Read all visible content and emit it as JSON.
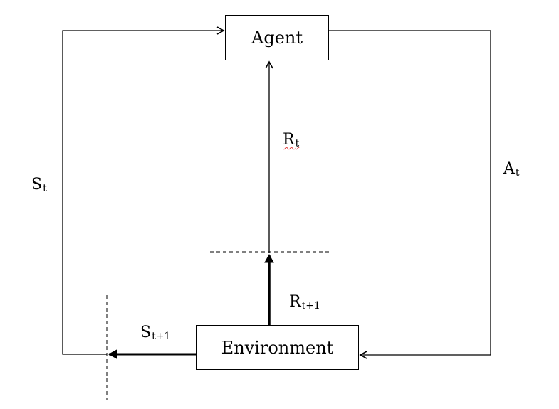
{
  "nodes": {
    "agent": "Agent",
    "environment": "Environment"
  },
  "labels": {
    "state": {
      "main": "S",
      "sub": "t"
    },
    "action": {
      "main": "A",
      "sub": "t"
    },
    "reward": {
      "main": "R",
      "sub": "t"
    },
    "next_reward": {
      "main": "R",
      "sub": "t+1"
    },
    "next_state": {
      "main": "S",
      "sub": "t+1"
    }
  },
  "colors": {
    "stroke": "#000000",
    "background": "#ffffff",
    "spellcheck": "#e03030"
  }
}
